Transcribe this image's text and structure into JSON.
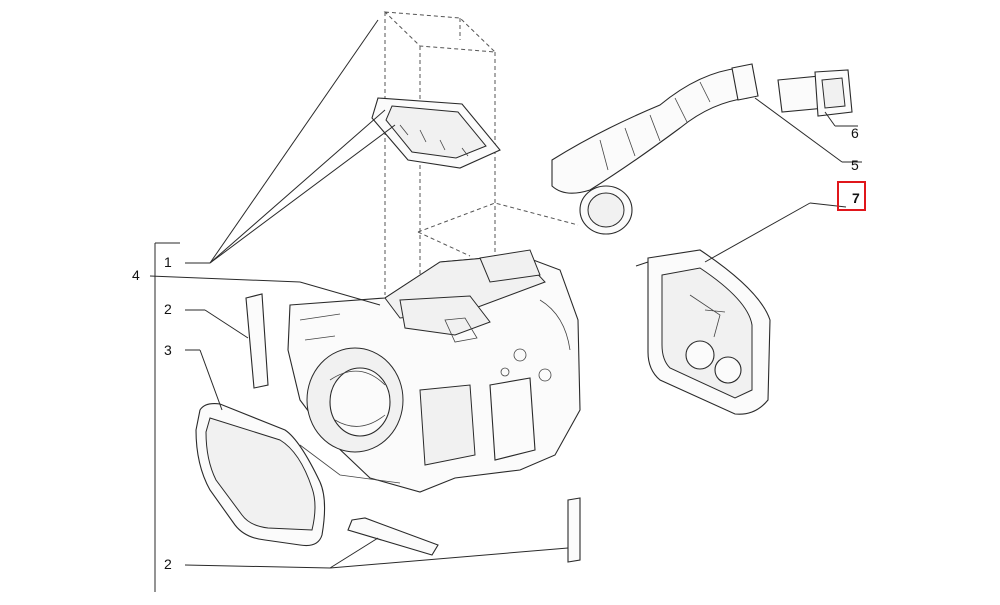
{
  "diagram": {
    "highlight_color": "#e0161b",
    "callouts": {
      "c1": "1",
      "c2a": "2",
      "c2b": "2",
      "c3": "3",
      "c4": "4",
      "c5": "5",
      "c6": "6",
      "c7": "7"
    },
    "highlighted_callout": "7"
  }
}
